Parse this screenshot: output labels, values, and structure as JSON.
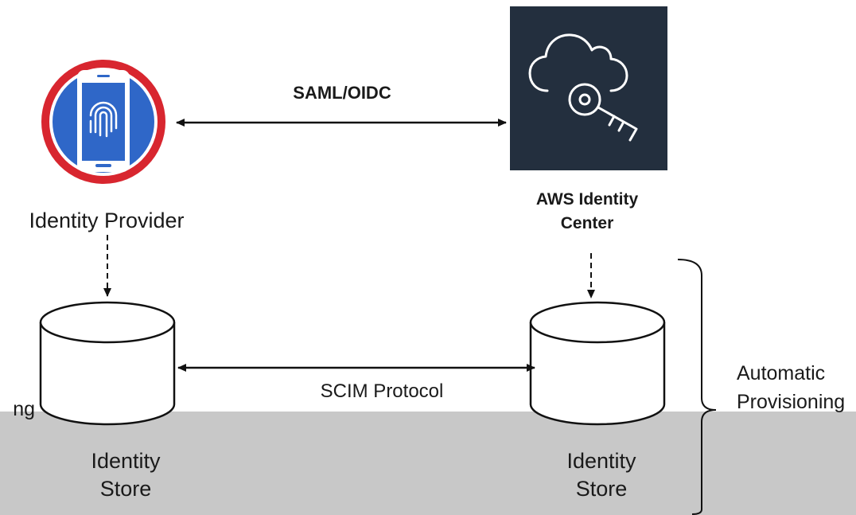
{
  "nodes": {
    "identity_provider": {
      "label": "Identity Provider",
      "icon": "fingerprint-phone-icon"
    },
    "aws_identity_center": {
      "label": "AWS Identity Center",
      "icon": "cloud-key-icon"
    },
    "identity_store_left": {
      "label": "Identity Store",
      "icon": "database-cylinder-icon"
    },
    "identity_store_right": {
      "label": "Identity Store",
      "icon": "database-cylinder-icon"
    }
  },
  "edges": {
    "saml_oidc": "SAML/OIDC",
    "scim_protocol": "SCIM Protocol"
  },
  "automatic_provisioning": {
    "line1": "Automatic",
    "line2": "Provisioning"
  },
  "left_edge_fragment": "ng",
  "colors": {
    "aws_tile": "#232f3e",
    "idp_ring": "#d8262f",
    "idp_disc": "#2f67c8",
    "band": "#c8c8c8"
  }
}
